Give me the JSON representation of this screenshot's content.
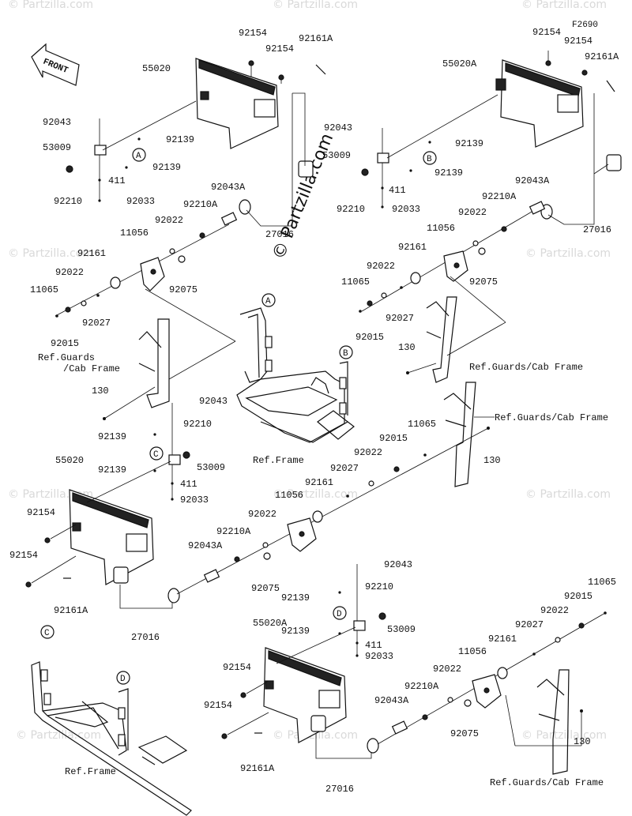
{
  "diagram_code": "F2690",
  "front_label": "FRONT",
  "watermark": "© Partzilla.com",
  "callouts": [
    "A",
    "B",
    "C",
    "D"
  ],
  "labels": {
    "p92154_a": "92154",
    "p92154_b": "92154",
    "p92161A_a": "92161A",
    "p55020": "55020",
    "p92043_a": "92043",
    "p92139_a": "92139",
    "p53009_a": "53009",
    "p92139_b": "92139",
    "p411_a": "411",
    "p92210_a": "92210",
    "p92033_a": "92033",
    "p92043A_a": "92043A",
    "p92210A_a": "92210A",
    "p92022_a": "92022",
    "p27016_a": "27016",
    "p11056_a": "11056",
    "p92161_a": "92161",
    "p92022_b": "92022",
    "p92075_a": "92075",
    "p11065_a": "11065",
    "p92027_a": "92027",
    "p92015_a": "92015",
    "ref_guards_a": "Ref.Guards",
    "ref_cab_a": "/Cab Frame",
    "p130_a": "130",
    "p92154_c": "92154",
    "p92154_d": "92154",
    "p92161A_b": "92161A",
    "p55020A_a": "55020A",
    "p92043_b": "92043",
    "p92139_c": "92139",
    "p53009_b": "53009",
    "p92139_d": "92139",
    "p411_b": "411",
    "p92210_b": "92210",
    "p92033_b": "92033",
    "p92043A_b": "92043A",
    "p92210A_b": "92210A",
    "p92022_c": "92022",
    "p27016_b": "27016",
    "p11056_b": "11056",
    "p92161_b": "92161",
    "p92022_d": "92022",
    "p92075_b": "92075",
    "p11065_b": "11065",
    "p92027_b": "92027",
    "p92015_b": "92015",
    "ref_guards_cab_b": "Ref.Guards/Cab Frame",
    "p130_b": "130",
    "ref_frame_a": "Ref.Frame",
    "p92043_c": "92043",
    "p92210_c": "92210",
    "p92139_e": "92139",
    "p53009_c": "53009",
    "p92139_f": "92139",
    "p411_c": "411",
    "p92033_c": "92033",
    "p55020_b": "55020",
    "p92154_e": "92154",
    "p92154_f": "92154",
    "p92161A_c": "92161A",
    "p27016_c": "27016",
    "p92043A_c": "92043A",
    "p92210A_c": "92210A",
    "p92022_e": "92022",
    "p92075_c": "92075",
    "p11056_c": "11056",
    "p92161_c": "92161",
    "p92027_c": "92027",
    "p92022_f": "92022",
    "p92015_c": "92015",
    "p11065_c": "11065",
    "ref_guards_cab_c": "Ref.Guards/Cab Frame",
    "p130_c": "130",
    "p92043_d": "92043",
    "p92139_g": "92139",
    "p92210_d": "92210",
    "p53009_d": "53009",
    "p92139_h": "92139",
    "p411_d": "411",
    "p92033_d": "92033",
    "p55020A_b": "55020A",
    "p92154_g": "92154",
    "p92154_h": "92154",
    "p92161A_d": "92161A",
    "p27016_d": "27016",
    "p92043A_d": "92043A",
    "p92210A_d": "92210A",
    "p92022_g": "92022",
    "p92075_d": "92075",
    "p11056_d": "11056",
    "p92161_d": "92161",
    "p92027_d": "92027",
    "p92022_h": "92022",
    "p92015_d": "92015",
    "p11065_d": "11065",
    "ref_guards_cab_d": "Ref.Guards/Cab Frame",
    "p130_d": "130",
    "ref_frame_b": "Ref.Frame"
  }
}
